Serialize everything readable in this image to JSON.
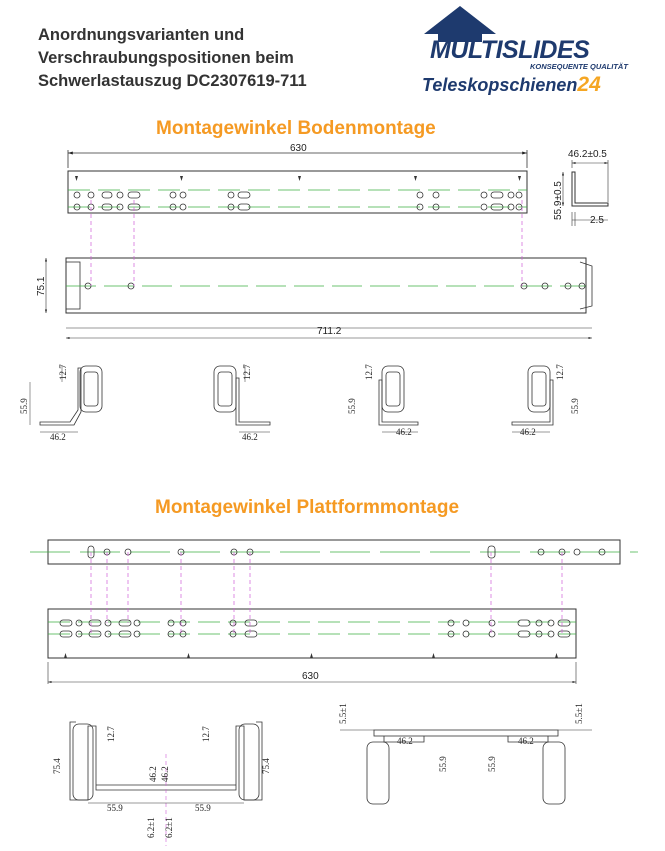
{
  "header": {
    "line1": "Anordnungsvarianten und",
    "line2": "Verschraubungspositionen beim",
    "line3": "Schwerlastauszug DC2307619-711"
  },
  "logo": {
    "brand": "MULTISLIDES",
    "slogan": "KONSEQUENTE QUALITÄT",
    "tele": "Teleskopschienen",
    "num": "24"
  },
  "section1": {
    "title": "Montagewinkel Bodenmontage",
    "dim_630": "630",
    "dim_462": "46.2±0.5",
    "dim_559": "55.9±0.5",
    "dim_25": "2.5",
    "dim_751": "75.1",
    "dim_7112": "711.2",
    "views": [
      "12.7",
      "55.9",
      "46.2"
    ]
  },
  "section2": {
    "title": "Montagewinkel Plattformmontage",
    "dim_630": "630",
    "dim_127": "12.7",
    "dim_754": "75.4",
    "dim_462": "46.2",
    "dim_559": "55.9",
    "dim_62": "6.2±1",
    "dim_55": "5.5±1"
  },
  "colors": {
    "accent": "#f59a23",
    "brand": "#1e3a6e",
    "guide_pink": "#d05fd8",
    "center_green": "#3cb043"
  }
}
